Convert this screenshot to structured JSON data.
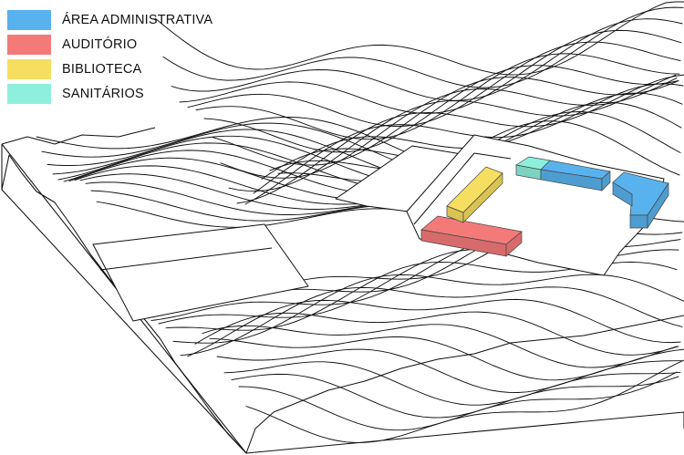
{
  "legend": [
    {
      "label": "ÁREA ADMINISTRATIVA",
      "color": "#58b2ee"
    },
    {
      "label": "AUDITÓRIO",
      "color": "#f47a7a"
    },
    {
      "label": "BIBLIOTECA",
      "color": "#f6de60"
    },
    {
      "label": "SANITÁRIOS",
      "color": "#8ef0dc"
    }
  ],
  "buildings": [
    {
      "name": "auditorio-block",
      "use": "AUDITÓRIO"
    },
    {
      "name": "biblioteca-block",
      "use": "BIBLIOTECA"
    },
    {
      "name": "sanitarios-block",
      "use": "SANITÁRIOS"
    },
    {
      "name": "administrativa-bar-block",
      "use": "ÁREA ADMINISTRATIVA"
    },
    {
      "name": "administrativa-l-block",
      "use": "ÁREA ADMINISTRATIVA"
    }
  ]
}
